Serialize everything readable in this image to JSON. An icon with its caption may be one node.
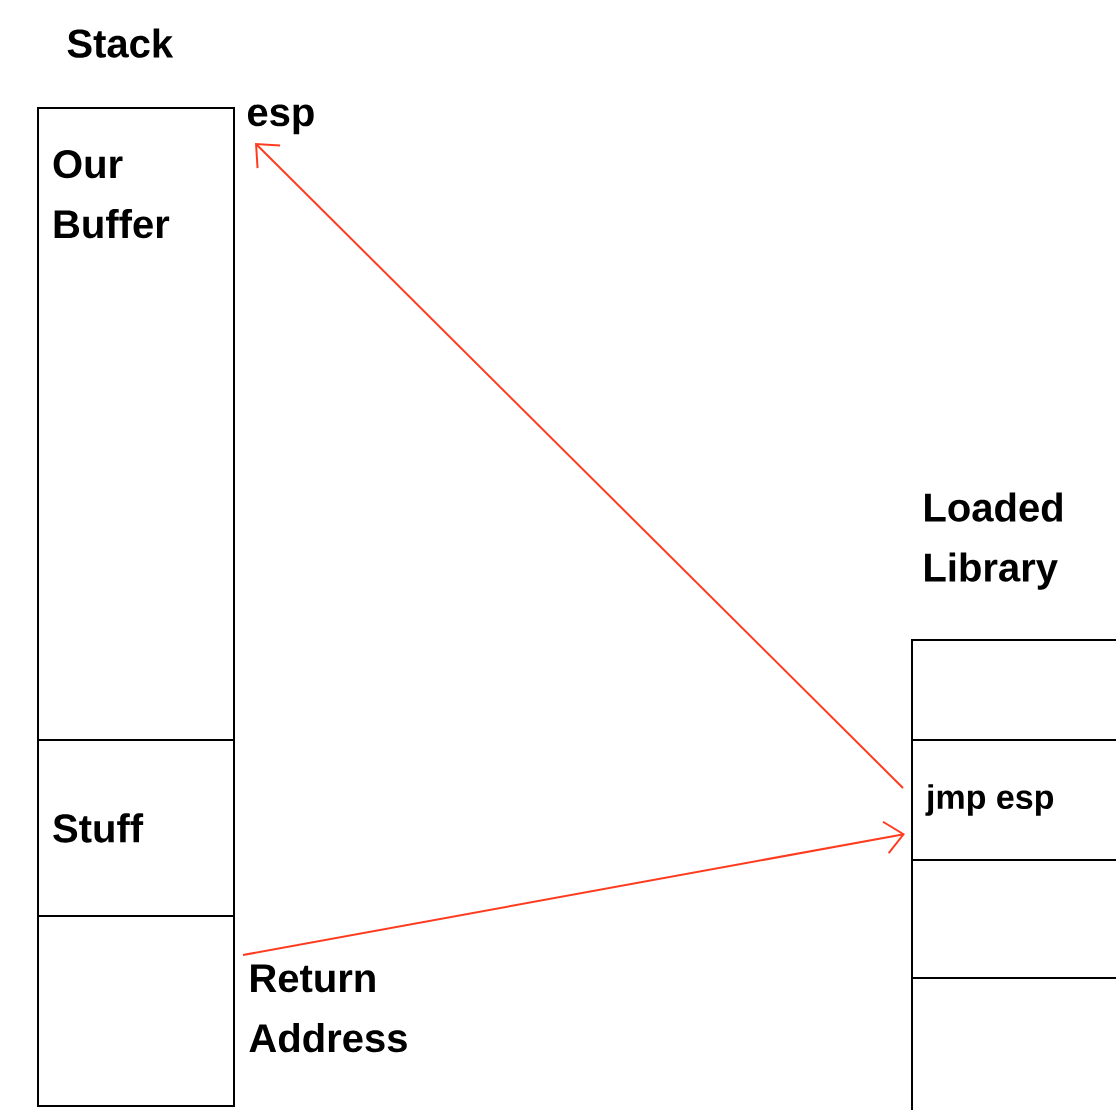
{
  "diagram": {
    "nodes": [
      {
        "text": [
          "Our Buffer"
        ],
        "beside": [
          "esp"
        ]
      },
      {
        "text": [
          "Stuff"
        ]
      },
      {
        "text": [],
        "shape": "box",
        "beside": [
          "Return Address"
        ]
      },
      {
        "text": [],
        "shape": "box"
      },
      {
        "text": [
          "jmp esp"
        ]
      },
      {
        "text": [],
        "shape": "box"
      },
      {
        "text": [],
        "shape": "box"
      }
    ],
    "edges": [
      {
        "from": 2,
        "to": 4,
        "arrow": "to"
      },
      {
        "from": 4,
        "to": 0,
        "arrow": "to"
      }
    ],
    "labels": [
      "Stack",
      "Loaded Library"
    ]
  }
}
